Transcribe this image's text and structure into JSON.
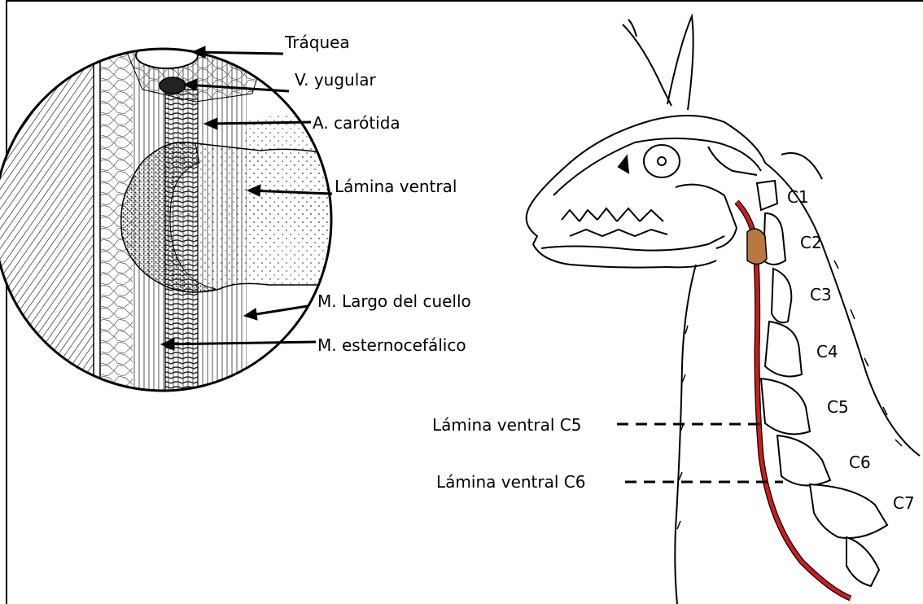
{
  "inset": {
    "labels": {
      "traquea": "Tráquea",
      "v_yugular": "V. yugular",
      "a_carotida": "A. carótida",
      "lamina_ventral": "Lámina ventral",
      "m_largo": "M. Largo del cuello",
      "m_esterno": "M. esternocefálico"
    }
  },
  "llama": {
    "vertebrae": [
      "C1",
      "C2",
      "C3",
      "C4",
      "C5",
      "C6",
      "C7"
    ],
    "callouts": {
      "c5": "Lámina ventral C5",
      "c6": "Lámina ventral C6"
    }
  },
  "colors": {
    "artery": "#d21b1b",
    "node": "#b9793e",
    "line": "#000000"
  }
}
